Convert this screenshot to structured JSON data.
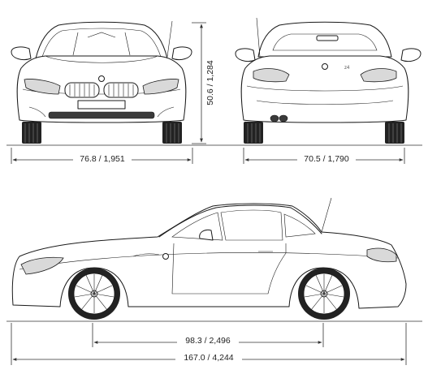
{
  "dimensions": {
    "front_width": "76.8 / 1,951",
    "height": "50.6 / 1,284",
    "rear_track_width": "70.5 / 1,790",
    "wheelbase": "98.3 / 2,496",
    "length": "167.0 / 4,244"
  }
}
